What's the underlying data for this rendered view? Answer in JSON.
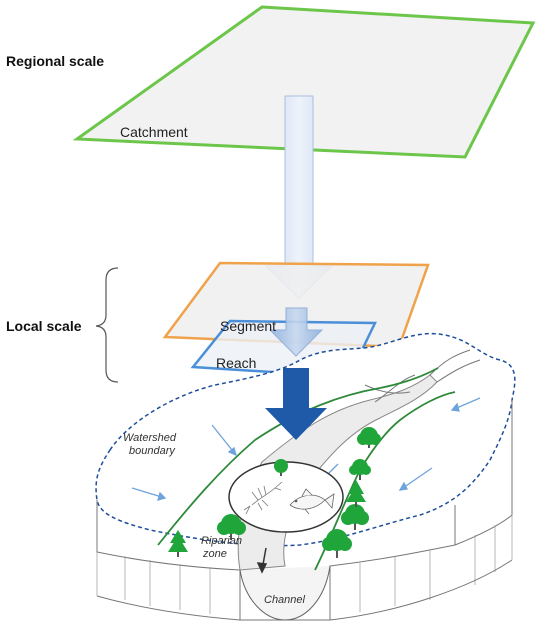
{
  "labels": {
    "regional_scale": "Regional scale",
    "local_scale": "Local scale",
    "catchment": "Catchment",
    "segment": "Segment",
    "reach": "Reach",
    "watershed_line1": "Watershed",
    "watershed_line2": "boundary",
    "riparian_line1": "Riparian",
    "riparian_line2": "zone",
    "channel": "Channel"
  },
  "colors": {
    "catchment": "#6cc64a",
    "segment": "#f0a24a",
    "reach": "#4a8fd8",
    "arrow_light": "#dfe8f5",
    "arrow_dark": "#1f5aa8",
    "tree": "#1fa53a",
    "stream_line": "#2e8a3a",
    "boundary": "#1e4e9a"
  },
  "icons": [
    "fish-icon",
    "invertebrate-icon",
    "deciduous-tree-icon",
    "conifer-tree-icon",
    "flow-arrow-icon"
  ]
}
